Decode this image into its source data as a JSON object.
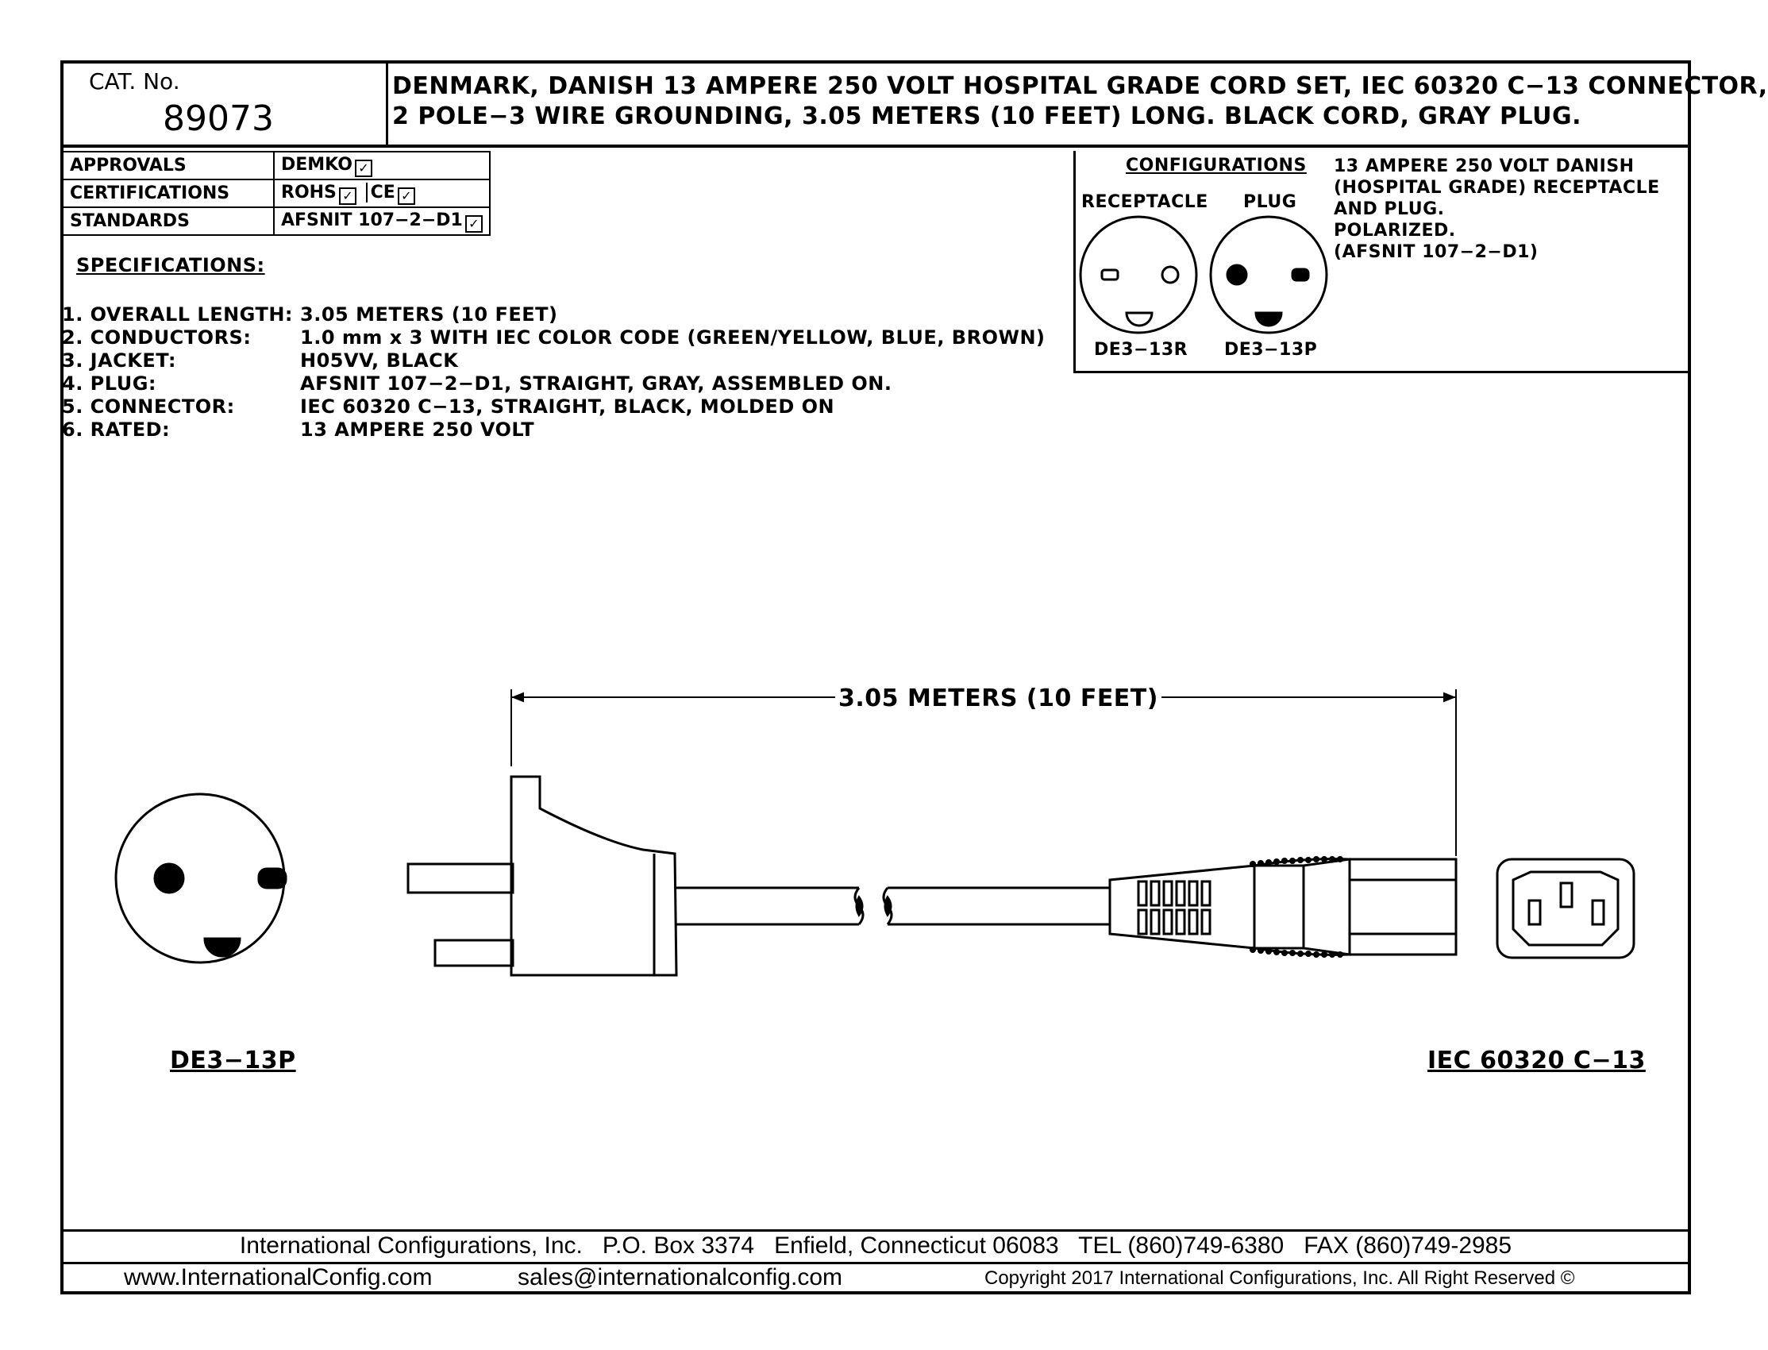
{
  "header": {
    "cat_label": "CAT. No.",
    "cat_number": "89073",
    "title_line1": "DENMARK, DANISH 13 AMPERE 250 VOLT HOSPITAL GRADE CORD SET, IEC 60320 C−13 CONNECTOR,",
    "title_line2": "2 POLE−3 WIRE GROUNDING, 3.05 METERS (10 FEET) LONG. BLACK CORD, GRAY PLUG."
  },
  "info_table": {
    "approvals_label": "APPROVALS",
    "approvals_value": "DEMKO",
    "certifications_label": "CERTIFICATIONS",
    "cert_value_1": "ROHS",
    "cert_value_2": "CE",
    "standards_label": "STANDARDS",
    "standards_value": "AFSNIT 107−2−D1",
    "check_mark": "✓"
  },
  "specifications": {
    "heading": "SPECIFICATIONS:",
    "items": [
      {
        "key": "1. OVERALL LENGTH:",
        "value": "3.05 METERS (10 FEET)"
      },
      {
        "key": "2. CONDUCTORS:",
        "value": "1.0 mm x 3 WITH IEC COLOR CODE (GREEN/YELLOW, BLUE, BROWN)"
      },
      {
        "key": "3. JACKET:",
        "value": "H05VV, BLACK"
      },
      {
        "key": "4. PLUG:",
        "value": "AFSNIT 107−2−D1, STRAIGHT, GRAY, ASSEMBLED ON."
      },
      {
        "key": "5. CONNECTOR:",
        "value": "IEC 60320 C−13, STRAIGHT, BLACK, MOLDED ON"
      },
      {
        "key": "6. RATED:",
        "value": "13 AMPERE 250 VOLT"
      }
    ]
  },
  "configurations": {
    "heading": "CONFIGURATIONS",
    "receptacle_label": "RECEPTACLE",
    "plug_label": "PLUG",
    "receptacle_code": "DE3−13R",
    "plug_code": "DE3−13P",
    "description": [
      "13 AMPERE 250 VOLT DANISH",
      "(HOSPITAL GRADE) RECEPTACLE AND PLUG.",
      "POLARIZED.",
      "(AFSNIT 107−2−D1)"
    ]
  },
  "drawing": {
    "length_dimension": "3.05 METERS (10 FEET)",
    "left_face_label": "DE3−13P",
    "right_face_label": "IEC 60320 C−13"
  },
  "footer": {
    "line1": "International Configurations, Inc.   P.O. Box 3374   Enfield, Connecticut 06083   TEL (860)749-6380   FAX (860)749-2985",
    "website": "www.InternationalConfig.com",
    "email": "sales@internationalconfig.com",
    "copyright": "Copyright 2017 International Configurations, Inc. All Right Reserved ©"
  }
}
